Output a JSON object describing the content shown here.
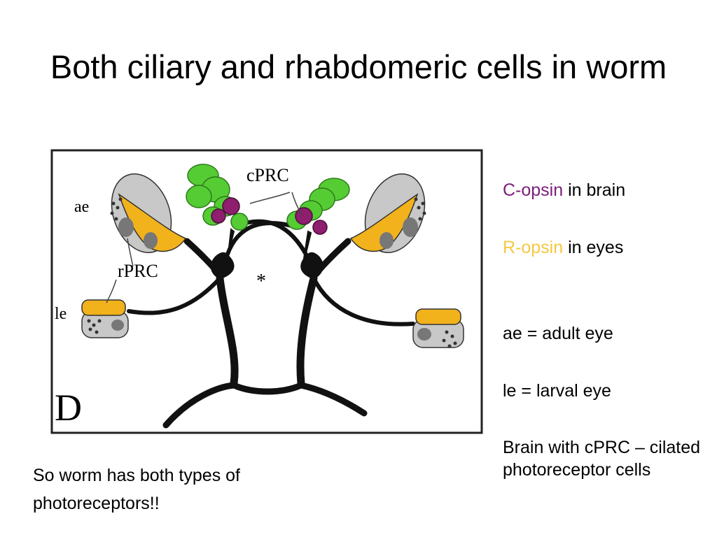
{
  "slide": {
    "title": "Both ciliary and rhabdomeric cells in worm",
    "figure_labels": {
      "panel": "D",
      "ae": "ae",
      "le": "le",
      "cprc": "cPRC",
      "rprc": "rPRC",
      "asterisk": "*"
    },
    "legend": {
      "c_opsin_term": "C-opsin",
      "c_opsin_rest": " in brain",
      "r_opsin_term": "R-opsin",
      "r_opsin_rest": " in eyes",
      "ae_definition": "ae = adult eye",
      "le_definition": "le = larval eye",
      "brain_definition": "Brain with cPRC – cilated photoreceptor cells"
    },
    "caption": "So worm has both types of photoreceptors!!",
    "colors": {
      "c_opsin": "#7a1f7a",
      "r_opsin": "#f5c842",
      "ciliary_cells": "#55cc33",
      "rhabdomeric_cells": "#f2b21b",
      "pigment_cells": "#c8c8c8",
      "neurons": "#111111"
    }
  }
}
